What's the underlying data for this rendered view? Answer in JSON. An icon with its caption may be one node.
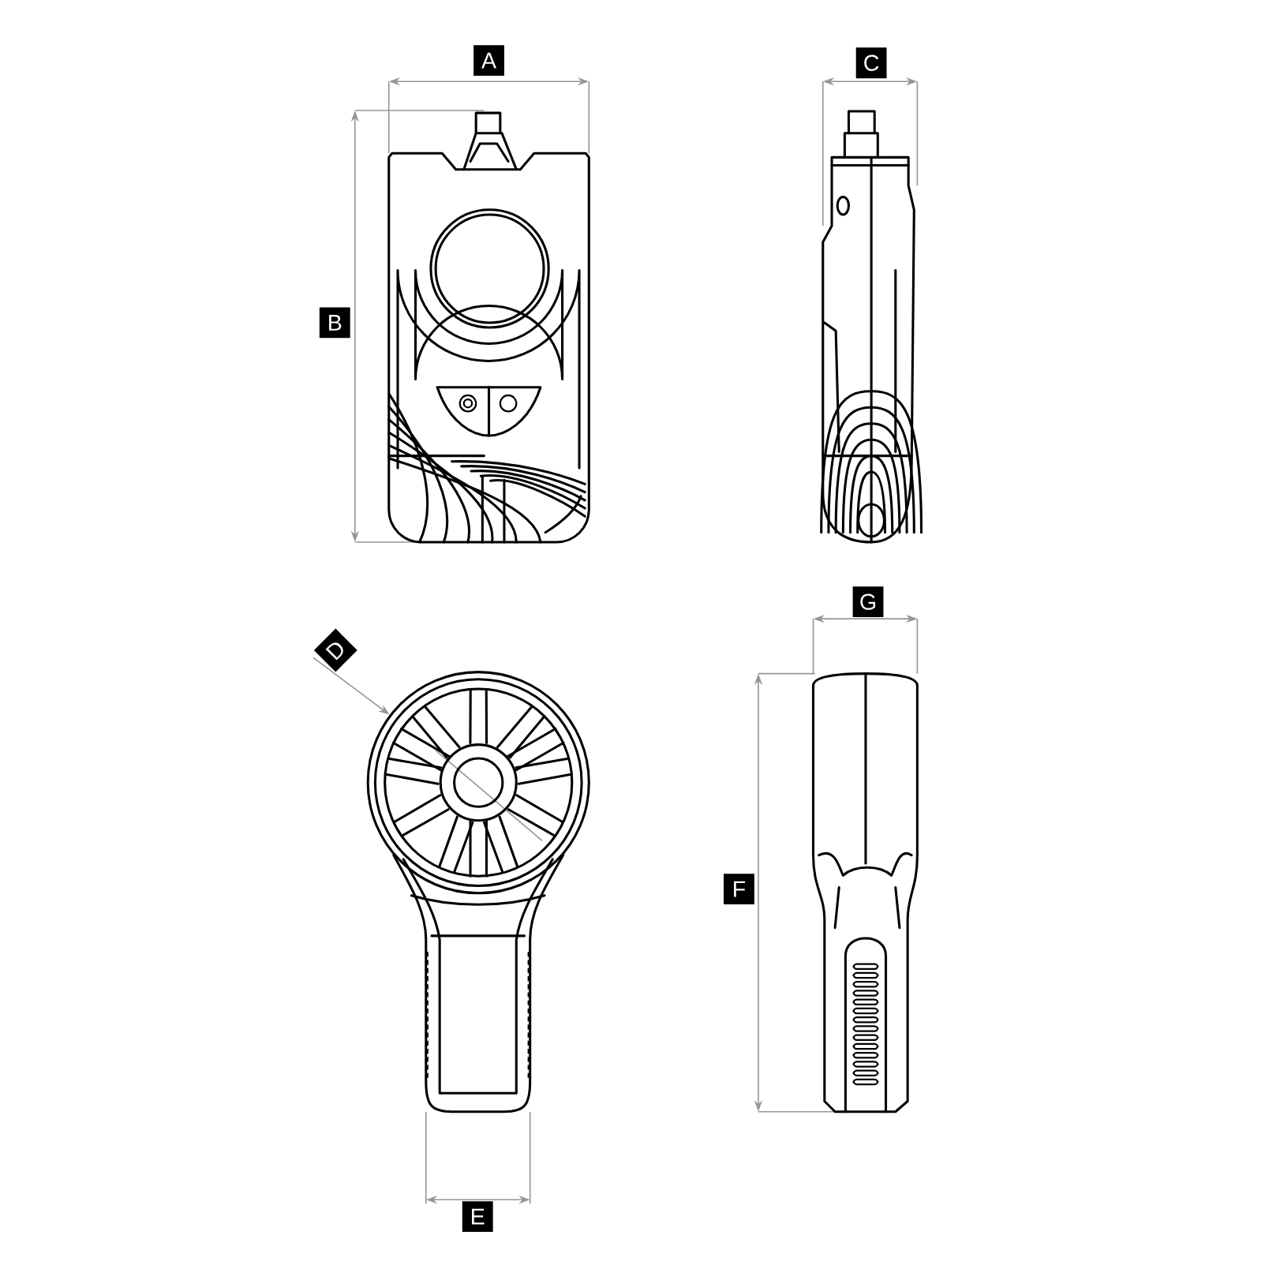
{
  "diagram": {
    "labels": [
      "A",
      "C",
      "B",
      "G",
      "D",
      "F",
      "E"
    ]
  }
}
